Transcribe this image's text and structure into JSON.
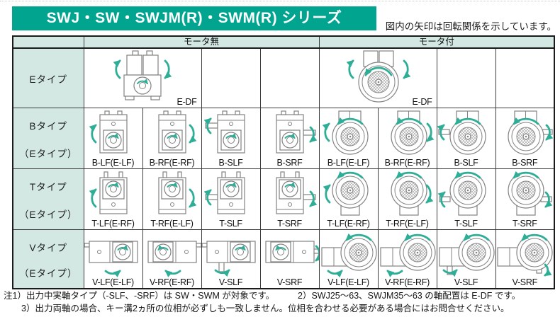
{
  "header": {
    "title": "SWJ・SW・SWJM(R)・SWM(R) シリーズ",
    "arrow_note": "図内の矢印は回転関係を示しています。"
  },
  "table": {
    "column_groups": {
      "no_motor": "モータ無",
      "with_motor": "モータ付"
    },
    "rows": {
      "e": {
        "label": "Eタイプ",
        "no_motor_label": "E-DF",
        "with_motor_label": "E-DF"
      },
      "b": {
        "label": "Bタイプ",
        "sublabel": "（Eタイプ）",
        "no_motor": [
          "B-LF(E-LF)",
          "B-RF(E-RF)",
          "B-SLF",
          "B-SRF"
        ],
        "with_motor": [
          "B-LF(E-LF)",
          "B-RF(E-RF)",
          "B-SLF",
          "B-SRF"
        ]
      },
      "t": {
        "label": "Tタイプ",
        "sublabel": "（Eタイプ）",
        "no_motor": [
          "T-LF(E-RF)",
          "T-RF(E-LF)",
          "T-SLF",
          "T-SRF"
        ],
        "with_motor": [
          "T-LF(E-RF)",
          "T-RF(E-LF)",
          "T-SLF",
          "T-SRF"
        ]
      },
      "v": {
        "label": "Vタイプ",
        "sublabel": "（Eタイプ）",
        "no_motor": [
          "V-LF(E-LF)",
          "V-RF(E-RF)",
          "V-SLF",
          "V-SRF"
        ],
        "with_motor": [
          "V-LF(E-LF)",
          "V-RF(E-RF)",
          "V-SLF",
          "V-SRF"
        ]
      }
    }
  },
  "footnotes": {
    "note1": "注1）出力中実軸タイプ（-SLF、-SRF）は SW・SWM が対象です。",
    "note2": "2）SWJ25～63、SWJM35～63 の軸配置は E-DF です。",
    "note3": "3）出力両軸の場合、キー溝2ヵ所の位相が必ずしも一致しません。位相を合わせる必要がある場合にはお問合せください。"
  },
  "colors": {
    "accent_teal": "#00a48f",
    "arrow_teal": "#2fae97",
    "label_bg": "#d3e8e3"
  }
}
